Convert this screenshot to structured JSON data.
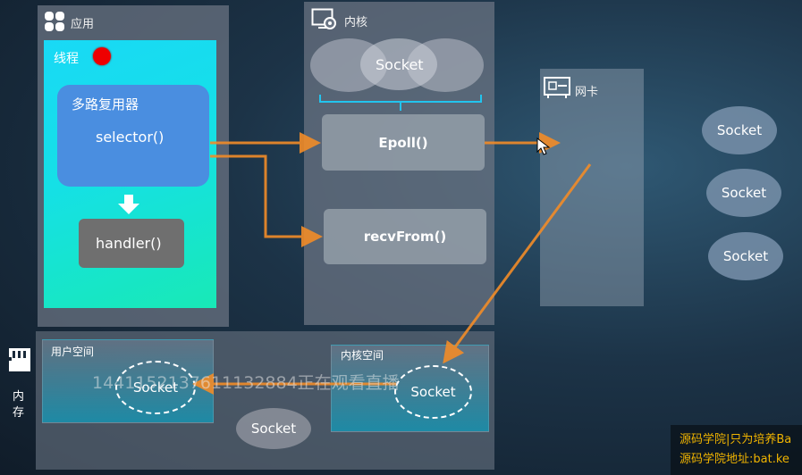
{
  "app": {
    "title": "应用",
    "thread_label": "线程",
    "mux_label": "多路复用器",
    "selector_label": "selector()",
    "handler_label": "handler()"
  },
  "kernel": {
    "title": "内核",
    "socket_label": "Socket",
    "epoll_label": "Epoll()",
    "recvfrom_label": "recvFrom()"
  },
  "nic": {
    "title": "网卡"
  },
  "network_sockets": [
    "Socket",
    "Socket",
    "Socket"
  ],
  "memory": {
    "label_line1": "内",
    "label_line2": "存",
    "user_space": "用户空间",
    "kernel_space": "内核空间",
    "user_socket": "Socket",
    "kernel_socket": "Socket",
    "middle_socket": "Socket"
  },
  "overlay": {
    "viewer_text": "1441152137611132884正在观看直播"
  },
  "branding": {
    "line1": "源码学院|只为培养Ba",
    "line2": "源码学院地址:bat.ke"
  },
  "colors": {
    "arrow": "#f28c28",
    "thread_bg": "#18e0d8",
    "mux_bg": "#4a8ee0",
    "recording_dot": "#e00000",
    "brand_text": "#f0b400"
  }
}
